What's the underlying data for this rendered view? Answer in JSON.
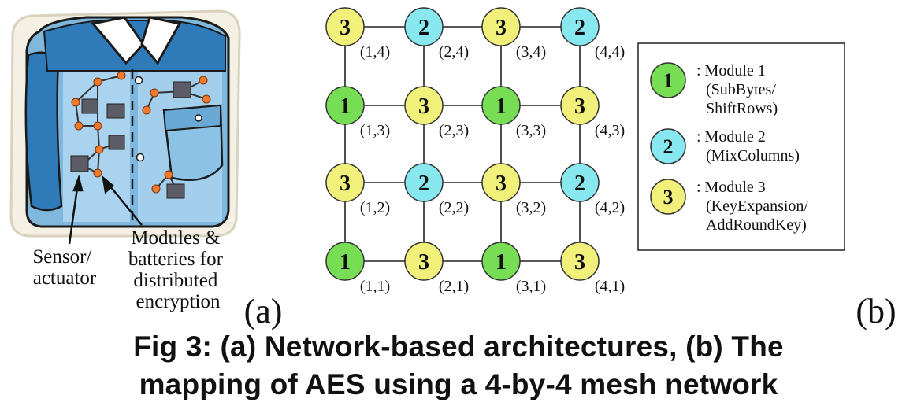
{
  "panel_a": {
    "label": "(a)",
    "sensor_label": [
      "Sensor/",
      "actuator"
    ],
    "modules_label": [
      "Modules &",
      "batteries for",
      "distributed",
      "encryption"
    ]
  },
  "panel_b": {
    "label": "(b)",
    "nodes": [
      {
        "coord": "(1,4)",
        "module": "3"
      },
      {
        "coord": "(2,4)",
        "module": "2"
      },
      {
        "coord": "(3,4)",
        "module": "3"
      },
      {
        "coord": "(4,4)",
        "module": "2"
      },
      {
        "coord": "(1,3)",
        "module": "1"
      },
      {
        "coord": "(2,3)",
        "module": "3"
      },
      {
        "coord": "(3,3)",
        "module": "1"
      },
      {
        "coord": "(4,3)",
        "module": "3"
      },
      {
        "coord": "(1,2)",
        "module": "3"
      },
      {
        "coord": "(2,2)",
        "module": "2"
      },
      {
        "coord": "(3,2)",
        "module": "3"
      },
      {
        "coord": "(4,2)",
        "module": "2"
      },
      {
        "coord": "(1,1)",
        "module": "1"
      },
      {
        "coord": "(2,1)",
        "module": "3"
      },
      {
        "coord": "(3,1)",
        "module": "1"
      },
      {
        "coord": "(4,1)",
        "module": "3"
      }
    ],
    "module_colors": {
      "1": "#77dd55",
      "2": "#88e8ef",
      "3": "#f0f07a"
    },
    "legend": [
      {
        "module": "1",
        "lines": [
          ": Module 1",
          "(SubBytes/",
          "ShiftRows)"
        ]
      },
      {
        "module": "2",
        "lines": [
          ": Module 2",
          "(MixColumns)"
        ]
      },
      {
        "module": "3",
        "lines": [
          ": Module 3",
          "(KeyExpansion/",
          "AddRoundKey)"
        ]
      }
    ]
  },
  "caption": {
    "line1": "Fig 3: (a) Network-based architectures, (b) The",
    "line2": "mapping of AES using a 4-by-4 mesh network"
  }
}
